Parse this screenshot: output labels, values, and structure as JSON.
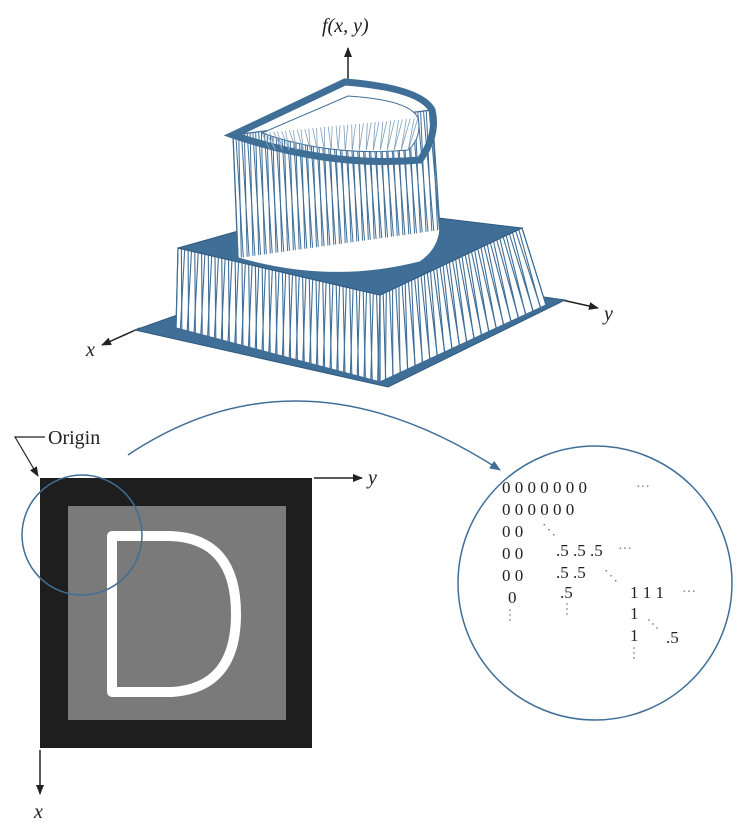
{
  "surface_plot": {
    "z_axis_label": "f(x, y)",
    "x_axis_label": "x",
    "y_axis_label": "y",
    "color": "#3f6e97"
  },
  "image_view": {
    "origin_label": "Origin",
    "x_axis_label": "x",
    "y_axis_label": "y",
    "letter": "D",
    "colors": {
      "border": "#1e1e1e",
      "gray": "#7a7a7a",
      "letter": "#ffffff"
    }
  },
  "matrix_view": {
    "rows": [
      {
        "text": "0 0 0 0 0 0 0",
        "ellipsis": "···"
      },
      {
        "text": "0 0 0 0 0 0",
        "ellipsis": ""
      },
      {
        "text": "0 0",
        "ellipsis": "⋱"
      },
      {
        "text": "0 0",
        "cells": ".5 .5 .5",
        "ellipsis": "···"
      },
      {
        "text": "0 0",
        "cells": ".5 .5",
        "ellipsis": "⋱"
      },
      {
        "text": "0",
        "cells": ".5",
        "ones": "1  1  1",
        "ellipsis": "···"
      }
    ],
    "lower_ones": [
      "1",
      "1"
    ],
    "lower_half": ".5",
    "circle_color": "#3f6e97"
  }
}
